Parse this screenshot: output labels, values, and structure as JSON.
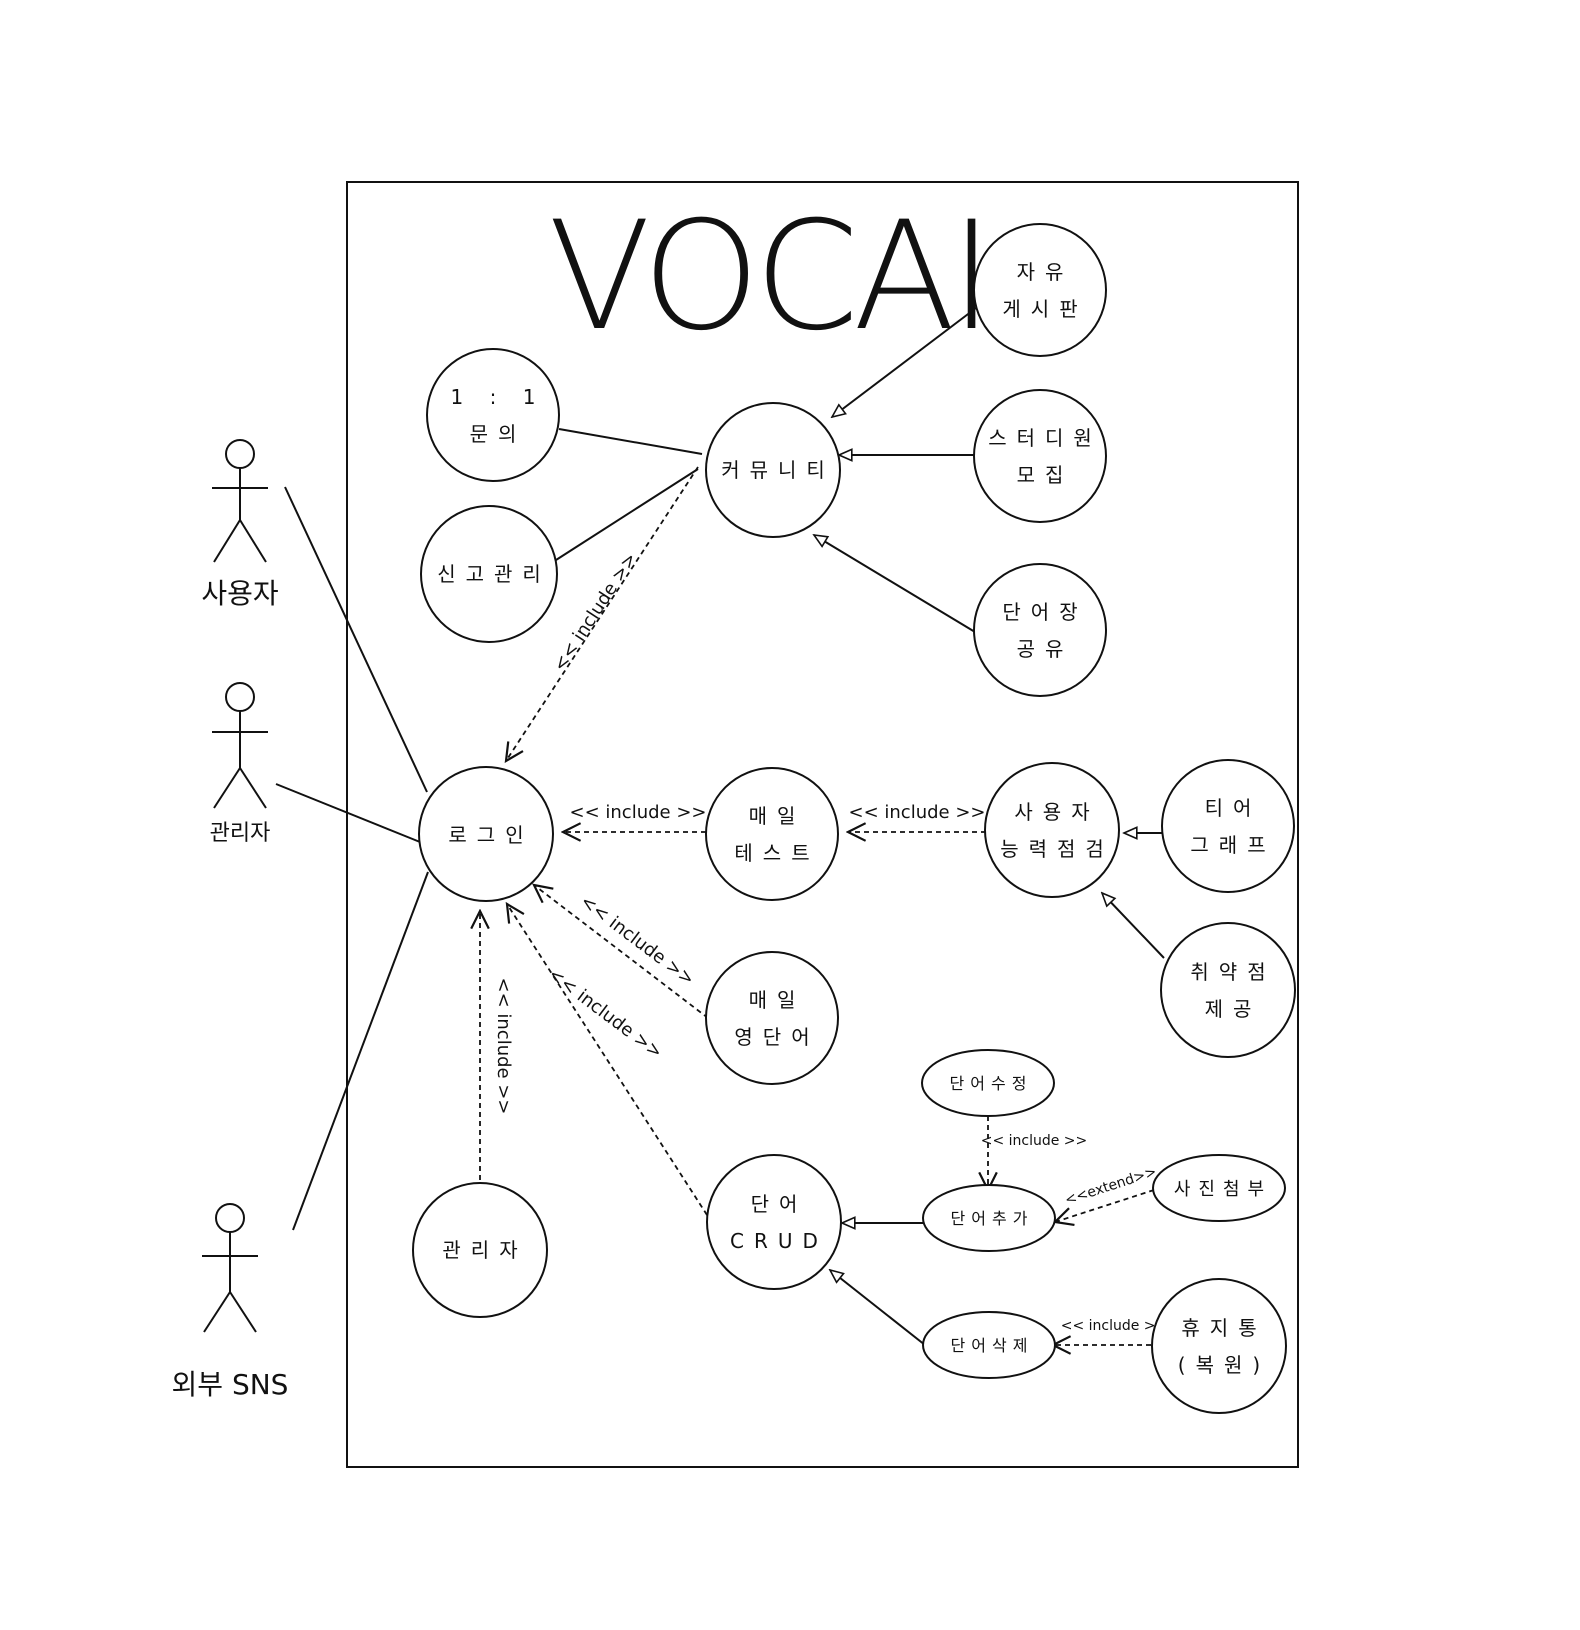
{
  "system": {
    "title": "VOCAI"
  },
  "actors": {
    "user": "사용자",
    "admin": "관리자",
    "sns": "외부 SNS"
  },
  "usecases": {
    "inquiry": [
      "1 : 1",
      "문의"
    ],
    "report": [
      "신고관리"
    ],
    "community": [
      "커뮤니티"
    ],
    "free_board": [
      "자유",
      "게시판"
    ],
    "study": [
      "스터디원",
      "모집"
    ],
    "wordbook_share": [
      "단어장",
      "공유"
    ],
    "login": [
      "로그인"
    ],
    "daily_test": [
      "매일",
      "테스트"
    ],
    "ability_check": [
      "사용자",
      "능력점검"
    ],
    "tier": [
      "티어",
      "그래프"
    ],
    "weak": [
      "취약점",
      "제공"
    ],
    "daily_word": [
      "매일",
      "영단어"
    ],
    "word_edit": [
      "단어수정"
    ],
    "word_add": [
      "단어추가"
    ],
    "photo": [
      "사진첨부"
    ],
    "word_crud": [
      "단어",
      "CRUD"
    ],
    "word_delete": [
      "단어삭제"
    ],
    "trash": [
      "휴지통",
      "(복원)"
    ],
    "admin_uc": [
      "관리자"
    ]
  },
  "relations": {
    "include": "<< include >>",
    "extend": "<<extend>>"
  },
  "colors": {
    "line": "#111111",
    "background": "#ffffff"
  }
}
